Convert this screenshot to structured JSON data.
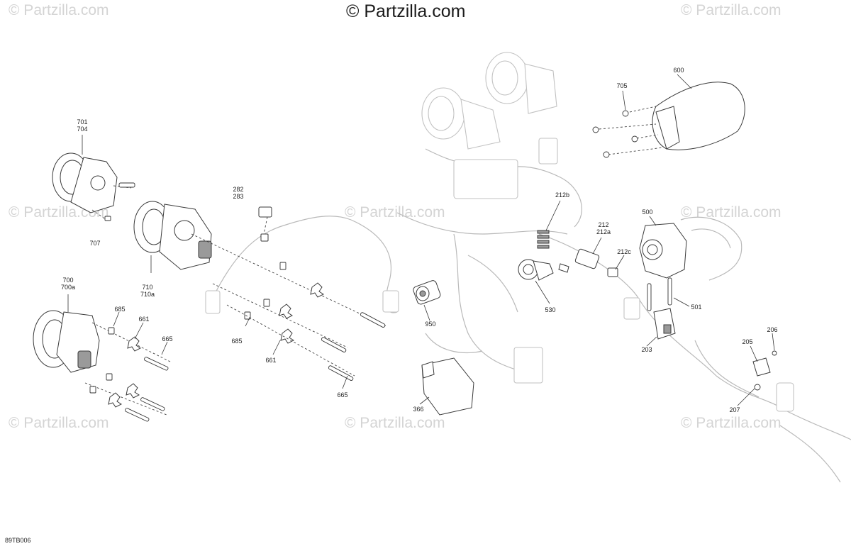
{
  "watermark": {
    "top": "© Partzilla.com",
    "repeat": "© Partzilla.com"
  },
  "diagram_code": "89TB006",
  "callouts": {
    "c701_704": [
      "701",
      "704"
    ],
    "c707": "707",
    "c710": [
      "710",
      "710a"
    ],
    "c700": [
      "700",
      "700a"
    ],
    "c685_left": "685",
    "c661_left": "661",
    "c665_left": "665",
    "c282": [
      "282",
      "283"
    ],
    "c685_mid": "685",
    "c661_mid": "661",
    "c665_mid": "665",
    "c950": "950",
    "c366": "366",
    "c212b": "212b",
    "c212": [
      "212",
      "212a"
    ],
    "c212c": "212c",
    "c530": "530",
    "c705": "705",
    "c600": "600",
    "c500": "500",
    "c501": "501",
    "c203": "203",
    "c205": "205",
    "c206": "206",
    "c207": "207"
  }
}
